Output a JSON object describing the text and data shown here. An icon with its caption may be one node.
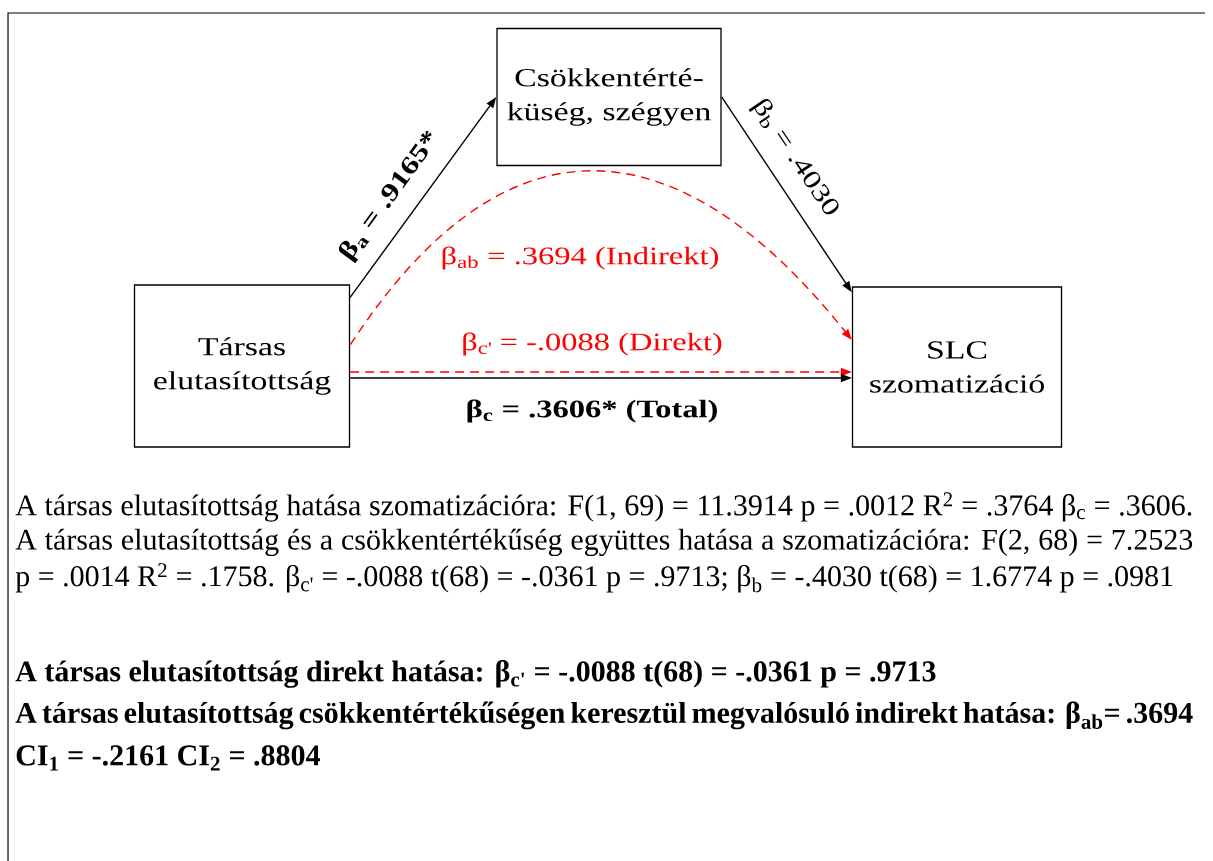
{
  "diagram": {
    "nodes": [
      {
        "text": [
          "Társas elutasítottság"
        ]
      },
      {
        "text": [
          "Csökkentérté- küség, szégyen"
        ]
      },
      {
        "text": [
          "SLC szomatizáció"
        ]
      }
    ],
    "edges": [
      {
        "from": 0,
        "to": 1,
        "arrow": "to",
        "label": "β$_{a}$ = .9165*"
      },
      {
        "from": 1,
        "to": 2,
        "arrow": "to",
        "label": "β$_{b}$ = .4030"
      },
      {
        "from": 0,
        "to": 2,
        "arrow": "to",
        "label": "β$_{ab}$ = .3694 (Indirekt)",
        "style": "dashed",
        "color": "#ff0000"
      },
      {
        "from": 0,
        "to": 2,
        "arrow": "to",
        "label": "β$_{c'}$ = -.0088 (Direkt)",
        "style": "dashed",
        "color": "#ff0000"
      },
      {
        "from": 0,
        "to": 2,
        "arrow": "to",
        "label": "β$_{c}$ = .3606* (Total)"
      }
    ],
    "labels": [
      "A társas elutasítottság hatása szomatizációra: F(1, 69) = 11.3914 p = .0012 R$^{2}$ = .3764 β$_{c}$ = .3606. A társas elutasítottság és a csökkentértékűség együttes hatása a szomatizációra: F(2, 68) = 7.2523 p = .0014 R$^{2}$ = .1758. β$_{c'}$ = -.0088 t(68) = -.0361 p = .9713; β$_{b}$ = -.4030 t(68) = 1.6774 p = .0981",
      "A társas elutasítottság direkt hatása: β$_{c'}$ = -.0088 t(68) = -.0361 p = .9713",
      "A társas elutasítottság csökkentértékűségen keresztül megvalósuló indirekt hatása: β$_{ab}$= .3694 CI$_{1}$ = -.2161 CI$_{2}$ = .8804"
    ]
  }
}
